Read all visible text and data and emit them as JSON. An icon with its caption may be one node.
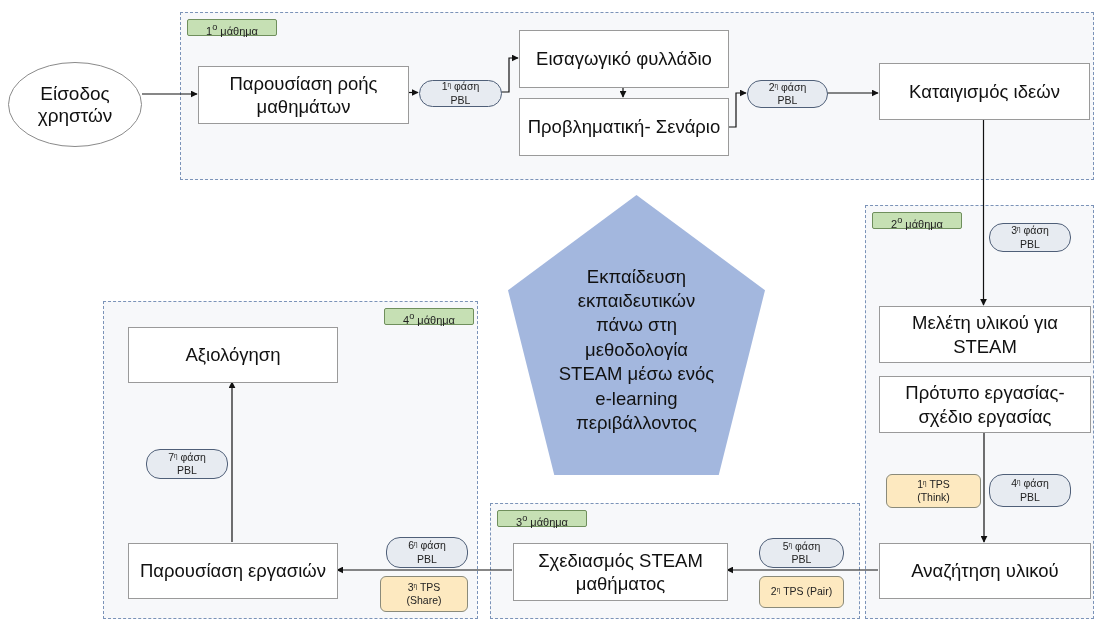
{
  "diagram": {
    "nodes": [
      {
        "text": [
          "Είσοδος χρηστών"
        ]
      },
      {
        "text": [
          "1$^{ο}$ μάθημα"
        ]
      },
      {
        "text": [
          "Παρουσίαση ροής μαθημάτων"
        ],
        "in": 1
      },
      {
        "text": [
          "1$^{η}$ φάση PBL"
        ],
        "in": 1
      },
      {
        "text": [
          "Εισαγωγικό φυλλάδιο"
        ],
        "in": 1
      },
      {
        "text": [
          "Προβληματική- Σενάριο"
        ],
        "in": 1
      },
      {
        "text": [
          "2$^{η}$ φάση PBL"
        ],
        "in": 1
      },
      {
        "text": [
          "Καταιγισμός ιδεών"
        ],
        "in": 1
      },
      {
        "text": [
          "Εκπαίδευση εκπαιδευτικών πάνω στη μεθοδολογία STEAM μέσω ενός e-learning περιβάλλοντος"
        ]
      },
      {
        "text": [
          "2$^{ο}$ μάθημα"
        ]
      },
      {
        "text": [
          "3$^{η}$ φάση PBL"
        ],
        "in": 9
      },
      {
        "text": [
          "Μελέτη υλικού για STEAM"
        ],
        "in": 9
      },
      {
        "text": [
          "Πρότυπο εργασίας- σχέδιο εργασίας"
        ],
        "in": 9
      },
      {
        "text": [
          "1$^{η}$ TPS (Think)"
        ],
        "in": 9
      },
      {
        "text": [
          "4$^{η}$ φάση PBL"
        ],
        "in": 9
      },
      {
        "text": [
          "Αναζήτηση υλικού"
        ],
        "in": 9
      },
      {
        "text": [
          "4$^{ο}$ μάθημα"
        ]
      },
      {
        "text": [
          "Αξιολόγηση"
        ],
        "in": 16
      },
      {
        "text": [
          "7$^{η}$ φάση PBL"
        ],
        "in": 16
      },
      {
        "text": [
          "Παρουσίαση εργασιών"
        ],
        "in": 16
      },
      {
        "text": [
          "6$^{η}$ φάση PBL"
        ],
        "in": 16
      },
      {
        "text": [
          "3$^{η}$ TPS (Share)"
        ],
        "in": 16
      },
      {
        "text": [
          "3$^{ο}$ μάθημα"
        ]
      },
      {
        "text": [
          "Σχεδιασμός STEAM μαθήματος"
        ],
        "in": 22
      },
      {
        "text": [
          "5$^{η}$ φάση PBL"
        ],
        "in": 22
      },
      {
        "text": [
          "2$^{η}$ TPS (Pair)"
        ],
        "in": 22
      }
    ],
    "edges": [
      {
        "from": 0,
        "to": 2,
        "arrow": "to"
      },
      {
        "from": 2,
        "to": 3,
        "arrow": "to"
      },
      {
        "from": 3,
        "to": 4,
        "arrow": "to"
      },
      {
        "from": 4,
        "to": 5,
        "arrow": "to"
      },
      {
        "from": 5,
        "to": 6,
        "arrow": "to"
      },
      {
        "from": 6,
        "to": 7,
        "arrow": "to"
      },
      {
        "from": 7,
        "to": 11,
        "arrow": "to"
      },
      {
        "from": 12,
        "to": 15,
        "arrow": "to"
      },
      {
        "from": 15,
        "to": 23,
        "arrow": "to"
      },
      {
        "from": 23,
        "to": 19,
        "arrow": "to"
      },
      {
        "from": 19,
        "to": 17,
        "arrow": "to"
      }
    ]
  }
}
